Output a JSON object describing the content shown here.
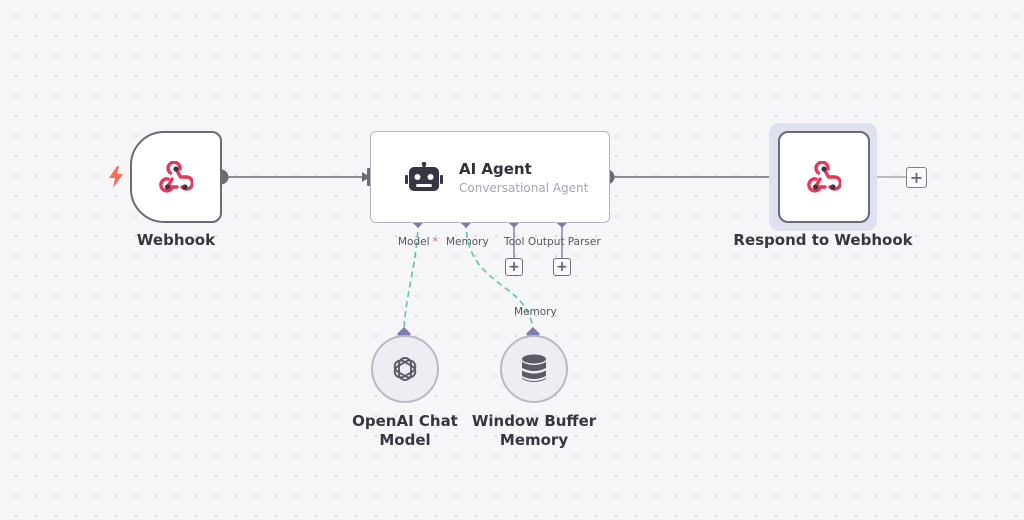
{
  "nodes": {
    "webhook": {
      "label": "Webhook"
    },
    "agent": {
      "title": "AI Agent",
      "subtitle": "Conversational Agent"
    },
    "respond": {
      "label": "Respond to Webhook"
    },
    "openai": {
      "label_line1": "OpenAI Chat",
      "label_line2": "Model"
    },
    "memory": {
      "label_line1": "Window Buffer",
      "label_line2": "Memory"
    }
  },
  "handles": {
    "model": "Model",
    "model_required": "*",
    "memory": "Memory",
    "tool": "Tool",
    "output_parser": "Output Parser"
  },
  "edge_labels": {
    "memory": "Memory"
  },
  "buttons": {
    "add": "+"
  },
  "icons": {
    "trigger": "lightning-bolt-icon",
    "webhook": "webhook-icon",
    "agent": "robot-icon",
    "openai": "openai-logo-icon",
    "memory": "database-icon"
  },
  "colors": {
    "webhook_icon": "#e43a5a",
    "trigger_bolt": "#ff6d5a",
    "ai_connection": "#5ac8a0",
    "handle": "#7d7daf",
    "main_connection": "#6b6b76",
    "selection": "#dde2ee"
  }
}
